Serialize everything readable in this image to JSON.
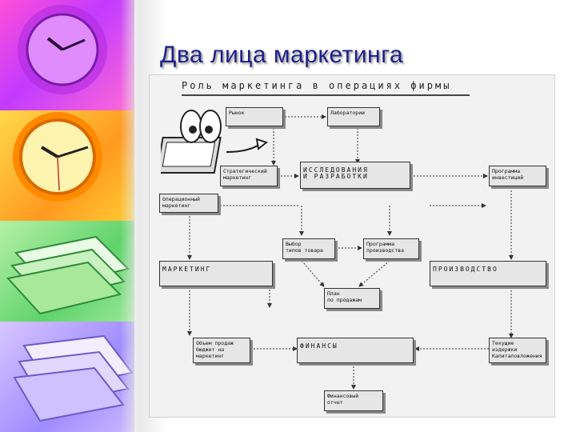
{
  "slide": {
    "title": "Два лица маркетинга"
  },
  "diagram": {
    "title": "Роль маркетинга в операциях фирмы",
    "boxes": {
      "market": "Рынок",
      "lab": "Лаборатории",
      "strategic": "Стратегический\nмаркетинг",
      "research": "ИССЛЕДОВАНИЯ\nИ  РАЗРАБОТКИ",
      "investment": "Программа\nинвестиций",
      "operational": "Операционный\nмаркетинг",
      "product_choice": "Выбор\nтипов товара",
      "production_program": "Программа\nпроизводства",
      "marketing": "МАРКЕТИНГ",
      "production": "ПРОИЗВОДСТВО",
      "sales_plan": "План\nпо продажам",
      "sales_budget": "Объем продаж\nбюджет на\nмаркетинг",
      "finance": "ФИНАНСЫ",
      "current_costs": "Текущие\nиздержки\nКапиталовложения",
      "financial_report": "Финансовый\nотчет"
    }
  },
  "decor": {
    "icons": [
      "clock-icon",
      "clock-icon",
      "papers-icon",
      "papers-icon"
    ],
    "colors": {
      "pink": "#ff4fd8",
      "yellow": "#ffb12b",
      "green": "#5fd36a",
      "purple": "#9f8cff",
      "title": "#1f1f8a"
    }
  }
}
